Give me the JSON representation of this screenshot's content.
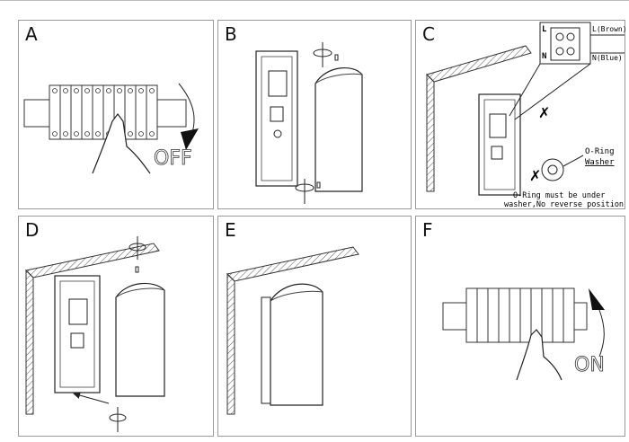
{
  "panels": [
    {
      "id": "A",
      "label": "A",
      "text": "OFF"
    },
    {
      "id": "B",
      "label": "B"
    },
    {
      "id": "C",
      "label": "C",
      "wiring": {
        "l_terminal": "L",
        "n_terminal": "N",
        "l_wire": "L(Brown)",
        "n_wire": "N(Blue)"
      },
      "callouts": {
        "oring": "O-Ring",
        "washer": "Washer",
        "note_line1": "O-Ring must be under",
        "note_line2": "washer,No reverse position"
      }
    },
    {
      "id": "D",
      "label": "D"
    },
    {
      "id": "E",
      "label": "E"
    },
    {
      "id": "F",
      "label": "F",
      "text": "ON"
    }
  ],
  "colors": {
    "line": "#2a2a2a",
    "frame": "#9a9a9a",
    "hatch": "#555555"
  }
}
